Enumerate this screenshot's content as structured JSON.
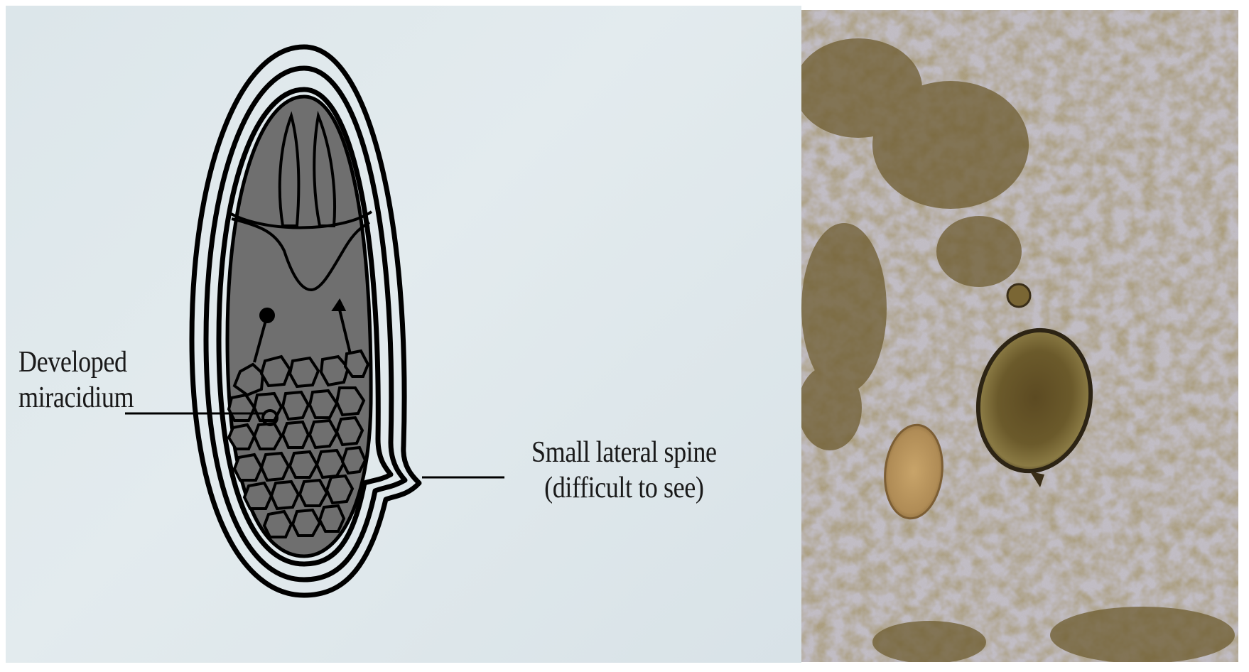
{
  "labels": {
    "miracidium_line1": "Developed",
    "miracidium_line2": "miracidium",
    "spine_line1": "Small lateral spine",
    "spine_line2": "(difficult to see)"
  },
  "colors": {
    "background": "#dfe7eb",
    "egg_fill": "#6f6f6f",
    "outline": "#000000",
    "photo_background": "#c2bfc7",
    "debris_brown": "#7a6a3a",
    "egg_photo": "#b79a5e"
  }
}
